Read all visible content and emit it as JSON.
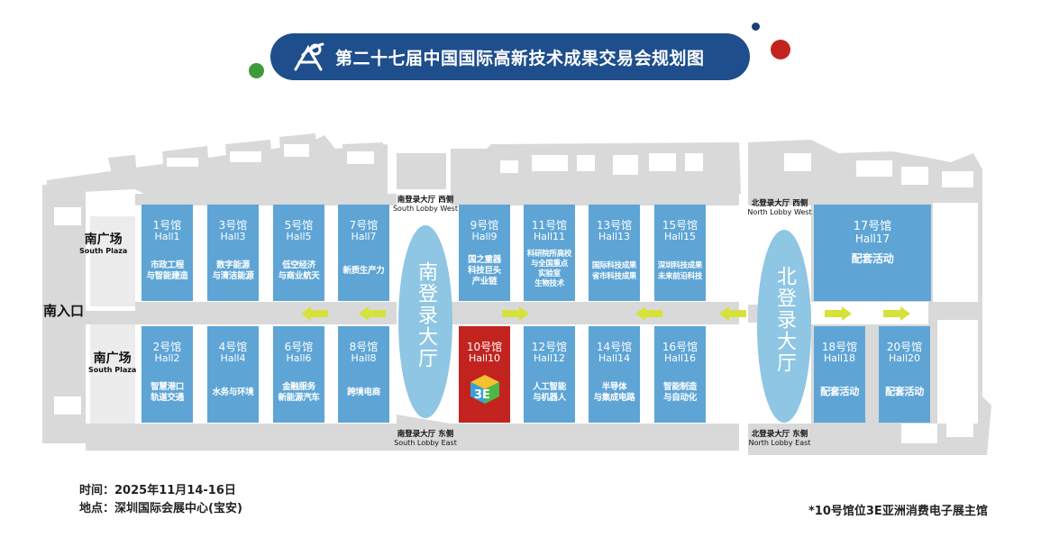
{
  "banner": {
    "title": "第二十七届中国国际高新技术成果交易会规划图",
    "color": "#1e4e8c"
  },
  "colors": {
    "hall": "#5ea5d6",
    "hall_highlight": "#c3231f",
    "lobby": "#8ec6e4",
    "arrow": "#d6e23a",
    "building_outline": "#d9d9d9",
    "dot_green": "#3f9b3a",
    "dot_red": "#c3231f",
    "dot_navy": "#1e3f73"
  },
  "labels": {
    "south_plaza_top_cn": "南广场",
    "south_plaza_top_en": "South Plaza",
    "south_plaza_bottom_cn": "南广场",
    "south_plaza_bottom_en": "South Plaza",
    "south_entrance": "南入口"
  },
  "lobbies": {
    "south": {
      "name": "南登录大厅",
      "west_cn": "南登录大厅 西侧",
      "west_en": "South Lobby West",
      "east_cn": "南登录大厅 东侧",
      "east_en": "South Lobby East"
    },
    "north": {
      "name": "北登录大厅",
      "west_cn": "北登录大厅 西侧",
      "west_en": "North Lobby West",
      "east_cn": "北登录大厅 东侧",
      "east_en": "North Lobby East"
    }
  },
  "halls": {
    "h1": {
      "num": "1号馆",
      "en": "Hall1",
      "theme": "市政工程\n与智能建造"
    },
    "h3": {
      "num": "3号馆",
      "en": "Hall3",
      "theme": "数字能源\n与清洁能源"
    },
    "h5": {
      "num": "5号馆",
      "en": "Hall5",
      "theme": "低空经济\n与商业航天"
    },
    "h7": {
      "num": "7号馆",
      "en": "Hall7",
      "theme": "新质生产力"
    },
    "h9": {
      "num": "9号馆",
      "en": "Hall9",
      "theme": "国之重器\n科技巨头\n产业链"
    },
    "h11": {
      "num": "11号馆",
      "en": "Hall11",
      "theme": "科研院所高校\n与全国重点\n实验室\n生物技术"
    },
    "h13": {
      "num": "13号馆",
      "en": "Hall13",
      "theme": "国际科技成果\n省市科技成果"
    },
    "h15": {
      "num": "15号馆",
      "en": "Hall15",
      "theme": "深圳科技成果\n未来前沿科技"
    },
    "h17": {
      "num": "17号馆",
      "en": "Hall17",
      "theme": "配套活动"
    },
    "h2": {
      "num": "2号馆",
      "en": "Hall2",
      "theme": "智慧港口\n轨道交通"
    },
    "h4": {
      "num": "4号馆",
      "en": "Hall4",
      "theme": "水务与环境"
    },
    "h6": {
      "num": "6号馆",
      "en": "Hall6",
      "theme": "金融服务\n新能源汽车"
    },
    "h8": {
      "num": "8号馆",
      "en": "Hall8",
      "theme": "跨境电商"
    },
    "h10": {
      "num": "10号馆",
      "en": "Hall10",
      "logo": "3E"
    },
    "h12": {
      "num": "12号馆",
      "en": "Hall12",
      "theme": "人工智能\n与机器人"
    },
    "h14": {
      "num": "14号馆",
      "en": "Hall14",
      "theme": "半导体\n与集成电路"
    },
    "h16": {
      "num": "16号馆",
      "en": "Hall16",
      "theme": "智能制造\n与自动化"
    },
    "h18": {
      "num": "18号馆",
      "en": "Hall18",
      "theme": "配套活动"
    },
    "h20": {
      "num": "20号馆",
      "en": "Hall20",
      "theme": "配套活动"
    }
  },
  "info": {
    "time_label": "时间：",
    "time_value": "2025年11月14-16日",
    "place_label": "地点：",
    "place_value": "深圳国际会展中心(宝安)"
  },
  "note": "*10号馆位3E亚洲消费电子展主馆",
  "icons": [
    "logo-icon",
    "arrow-left-icon",
    "arrow-right-icon",
    "3e-logo-icon"
  ]
}
